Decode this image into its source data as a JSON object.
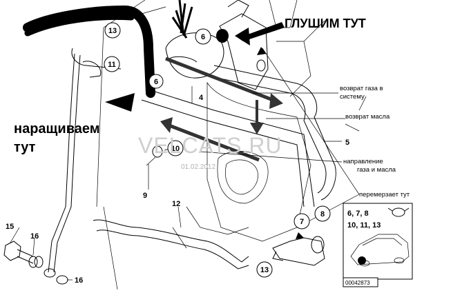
{
  "annotations": {
    "plug_here": "ГЛУШИМ ТУТ",
    "extend_here_line1": "наращиваем",
    "extend_here_line2": "тут",
    "gas_return_line1": "возврат газа в",
    "gas_return_line2": "систему",
    "oil_return": "возврат масла",
    "direction_line1": "направление",
    "direction_line2": "газа и масла",
    "freezes_here": "перемерзает тут"
  },
  "part_numbers": {
    "p13a": "13",
    "p11": "11",
    "p6": "6",
    "p6b": "6",
    "p4": "4",
    "p5": "5",
    "p10": "10",
    "p9": "9",
    "p12": "12",
    "p15": "15",
    "p16a": "16",
    "p16b": "16",
    "p7": "7",
    "p8": "8",
    "p13b": "13"
  },
  "inset": {
    "line1": "6, 7, 8",
    "line2": "10, 11, 13"
  },
  "watermark": "VELCATS.RU",
  "date_stamp": "01.02.2012",
  "diagram_id": "00042873"
}
